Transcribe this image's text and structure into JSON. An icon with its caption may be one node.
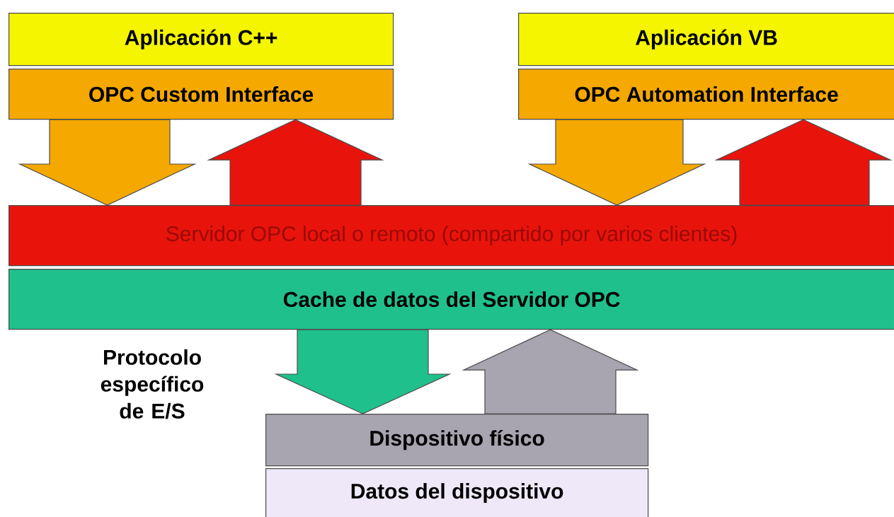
{
  "diagram": {
    "nodes": [
      {
        "text": [
          "Aplicación C++"
        ]
      },
      {
        "text": [
          "OPC Custom Interface"
        ]
      },
      {
        "text": [
          "Aplicación VB"
        ]
      },
      {
        "text": [
          "OPC Automation Interface"
        ]
      },
      {
        "text": [
          "Servidor OPC local o remoto (compartido por varios clientes)"
        ]
      },
      {
        "text": [
          "Cache de datos del Servidor OPC"
        ]
      },
      {
        "text": [
          "Dispositivo físico"
        ]
      },
      {
        "text": [
          "Datos del dispositivo"
        ]
      }
    ],
    "edges": [
      {
        "from": 1,
        "to": 4,
        "arrow": "to",
        "color": "#f5a800"
      },
      {
        "from": 4,
        "to": 1,
        "arrow": "to",
        "color": "#e8140c"
      },
      {
        "from": 3,
        "to": 4,
        "arrow": "to",
        "color": "#f5a800"
      },
      {
        "from": 4,
        "to": 3,
        "arrow": "to",
        "color": "#e8140c"
      },
      {
        "from": 5,
        "to": 6,
        "arrow": "to",
        "color": "#20c08c"
      },
      {
        "from": 6,
        "to": 5,
        "arrow": "to",
        "color": "#a8a4b0"
      }
    ],
    "labels": [
      "Protocolo específico de E/S"
    ]
  }
}
